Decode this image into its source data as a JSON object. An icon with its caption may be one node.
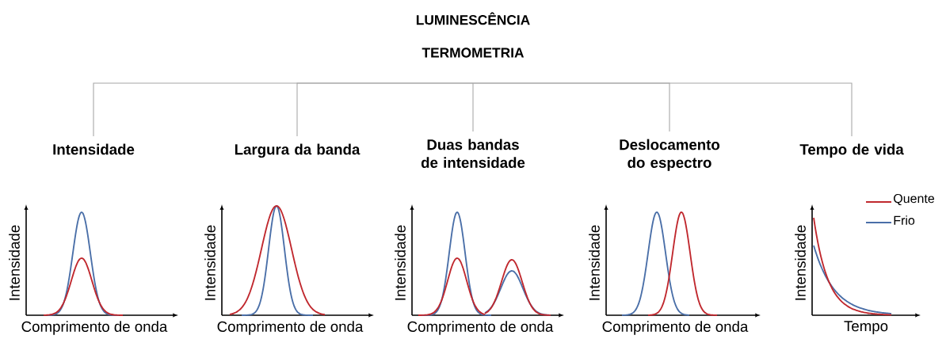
{
  "diagram": {
    "nodes": [
      {
        "text": [
          "LUMINESCÊNCIA TERMOMETRIA"
        ]
      },
      {
        "text": [
          "Intensidade"
        ]
      },
      {
        "text": [
          "Largura da banda"
        ]
      },
      {
        "text": [
          "Duas bandas de intensidade"
        ]
      },
      {
        "text": [
          "Deslocamento do espectro"
        ]
      },
      {
        "text": [
          "Tempo de vida"
        ]
      }
    ],
    "edges": [
      {
        "from": 0,
        "to": 1,
        "arrow": "none"
      },
      {
        "from": 0,
        "to": 2,
        "arrow": "none"
      },
      {
        "from": 0,
        "to": 3,
        "arrow": "none"
      },
      {
        "from": 0,
        "to": 4,
        "arrow": "none"
      },
      {
        "from": 0,
        "to": 5,
        "arrow": "none"
      }
    ],
    "labels": [
      "Intensidade",
      "Comprimento de onda",
      "Intensidade",
      "Comprimento de onda",
      "Intensidade",
      "Comprimento de onda",
      "Intensidade",
      "Comprimento de onda",
      "Intensidade",
      "Tempo"
    ],
    "legend": [
      {
        "text": "Quente"
      },
      {
        "text": "Frio"
      }
    ]
  }
}
